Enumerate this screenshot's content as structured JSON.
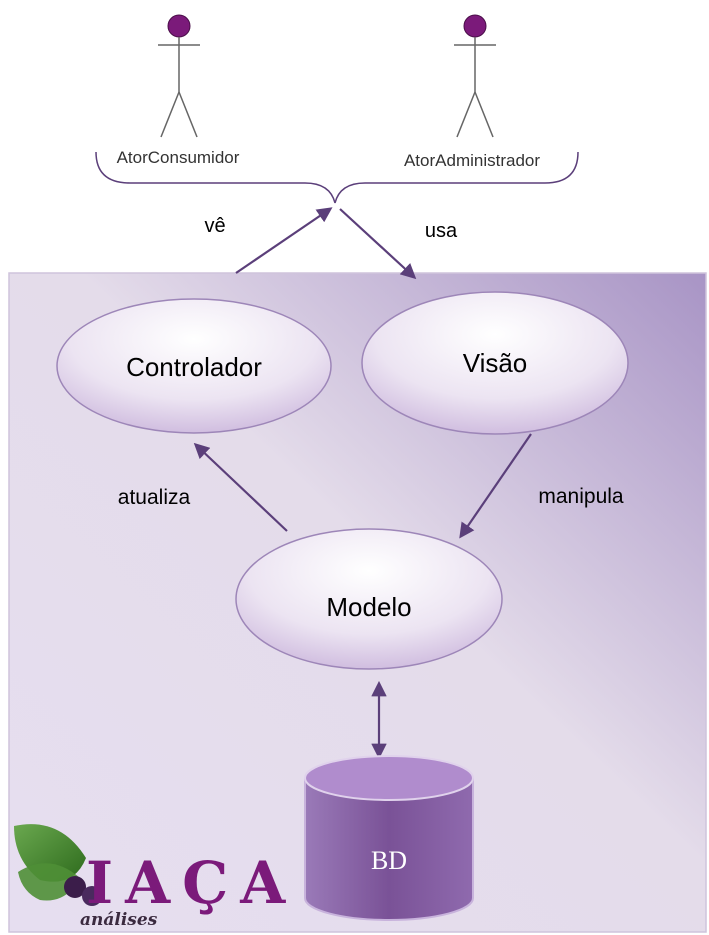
{
  "actors": {
    "left": {
      "name": "AtorConsumidor"
    },
    "right": {
      "name": "AtorAdministrador"
    }
  },
  "edges": {
    "ve": "vê",
    "usa": "usa",
    "atualiza": "atualiza",
    "manipula": "manipula"
  },
  "nodes": {
    "controlador": "Controlador",
    "visao": "Visão",
    "modelo": "Modelo",
    "bd": "BD"
  },
  "logo": {
    "letters": "IAÇA",
    "tagline": "análises"
  },
  "colors": {
    "accent": "#7b1a7a",
    "panel_light": "#f1ecf3",
    "panel_dark": "#a993c4",
    "arrow": "#5b3f7a",
    "db": "#8b63a8"
  }
}
